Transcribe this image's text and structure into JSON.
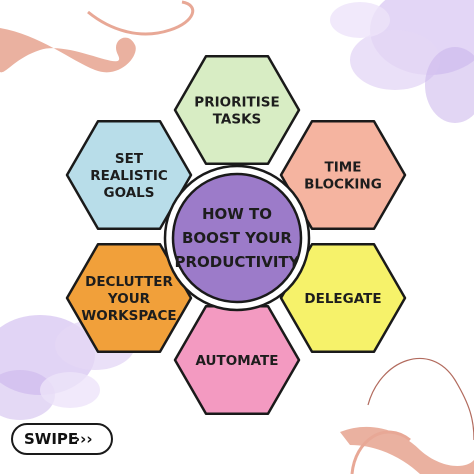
{
  "center": {
    "lines": [
      "HOW TO",
      "BOOST YOUR",
      "PRODUCTIVITY"
    ],
    "color": "#9c7bc9"
  },
  "tips": [
    {
      "id": "prioritise",
      "lines": [
        "PRIORITISE",
        "TASKS"
      ],
      "color": "#d8edc4"
    },
    {
      "id": "time-blocking",
      "lines": [
        "TIME",
        "BLOCKING"
      ],
      "color": "#f5b4a0"
    },
    {
      "id": "delegate",
      "lines": [
        "DELEGATE"
      ],
      "color": "#f6f26a"
    },
    {
      "id": "automate",
      "lines": [
        "AUTOMATE"
      ],
      "color": "#f39ac1"
    },
    {
      "id": "declutter",
      "lines": [
        "DECLUTTER",
        "YOUR",
        "WORKSPACE"
      ],
      "color": "#f1a03a"
    },
    {
      "id": "set-goals",
      "lines": [
        "SET",
        "REALISTIC",
        "GOALS"
      ],
      "color": "#b8dde9"
    }
  ],
  "swipe_button": {
    "label": "SWIPE",
    "arrows": "›››"
  },
  "colors": {
    "outline": "#1a1a1a",
    "swirl": "#e8a896",
    "blob": "#c9b1ec"
  }
}
